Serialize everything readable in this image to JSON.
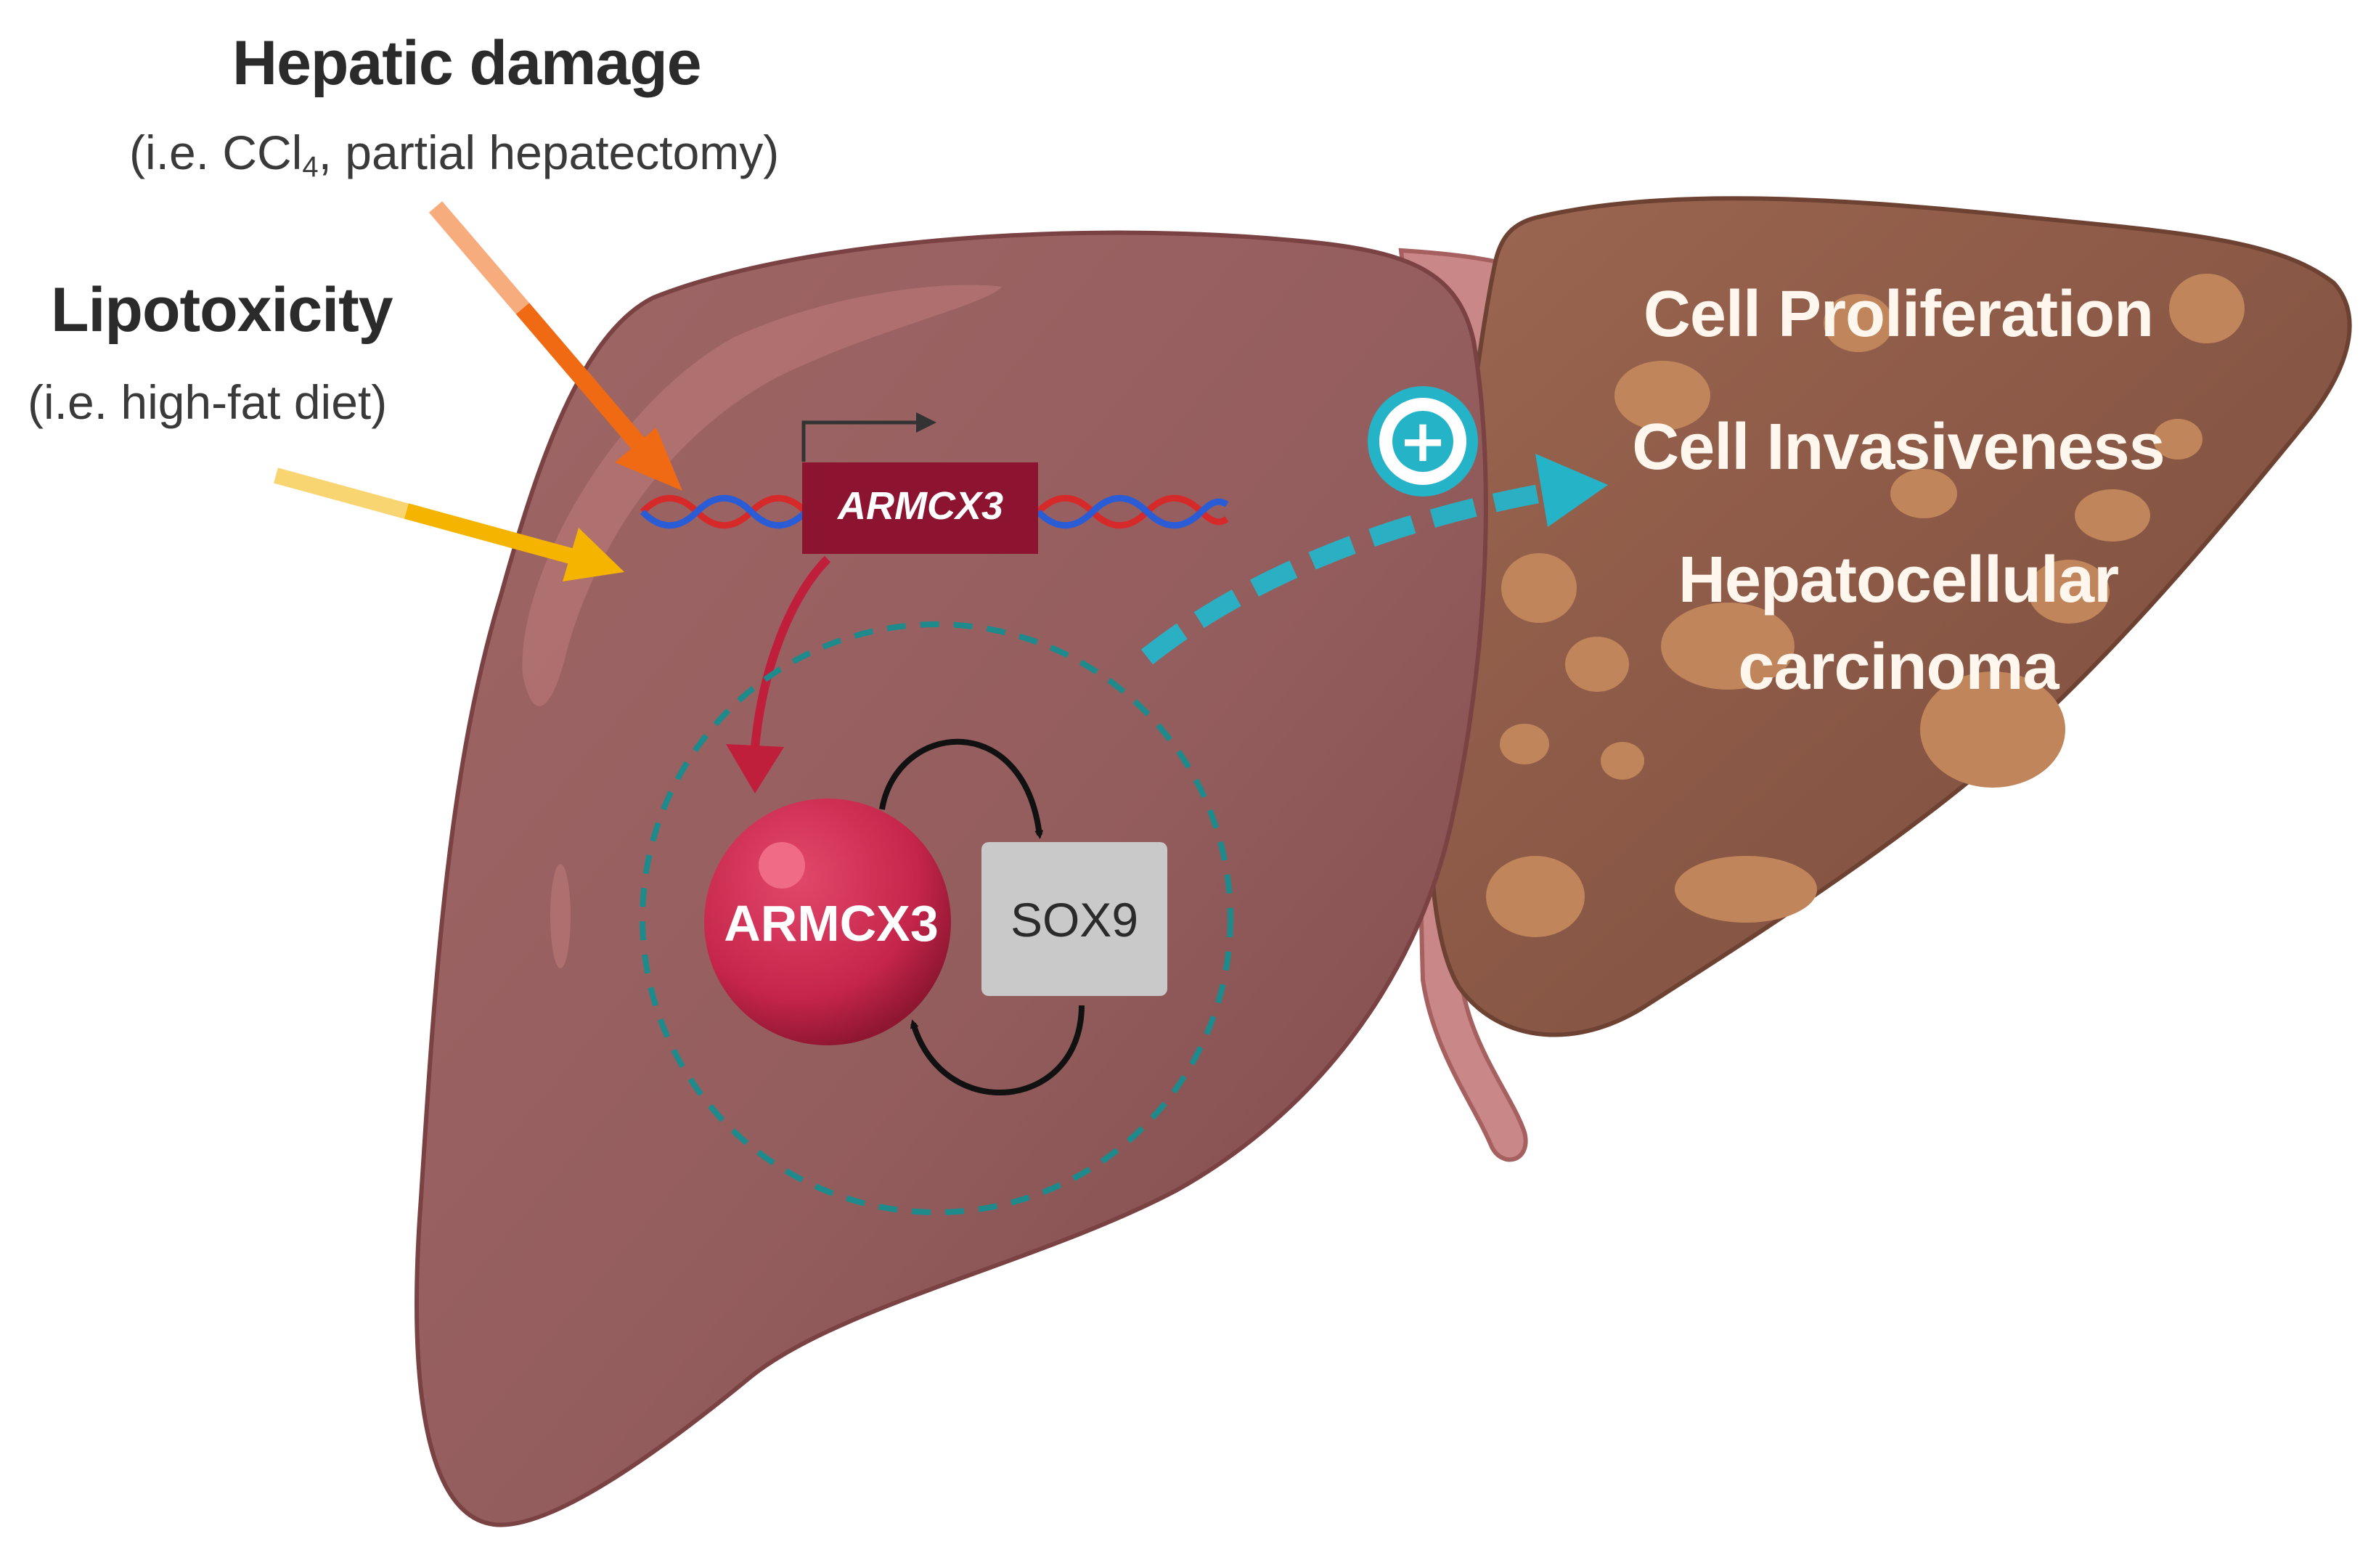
{
  "inputs": {
    "hepatic_damage": {
      "title": "Hepatic damage",
      "example_prefix": "(i.e. CCl",
      "example_subscript": "4",
      "example_suffix": ", partial hepatectomy)"
    },
    "lipotoxicity": {
      "title": "Lipotoxicity",
      "example": "(i.e. high-fat diet)"
    }
  },
  "gene": {
    "name": "ARMCX3"
  },
  "proteins": {
    "armcx3": "ARMCX3",
    "sox9": "SOX9"
  },
  "effect": {
    "sign": "+"
  },
  "outcomes": {
    "proliferation": "Cell Proliferation",
    "invasiveness": "Cell Invasiveness",
    "hcc_line1": "Hepatocellular",
    "hcc_line2": "carcinoma"
  },
  "colors": {
    "healthy_liver": "#965f5f",
    "tumor_liver": "#8f5d4b",
    "tumor_nodule": "#c0855b",
    "gene_box": "#8c1430",
    "armcx3_protein": "#c92b4e",
    "sox9_box": "#c9c9c9",
    "promote_arrow": "#25b3c8",
    "dashed_circle": "#1f8a8c",
    "hepatic_damage_arrow": "#f06a14",
    "lipotoxicity_arrow": "#f5b400"
  }
}
